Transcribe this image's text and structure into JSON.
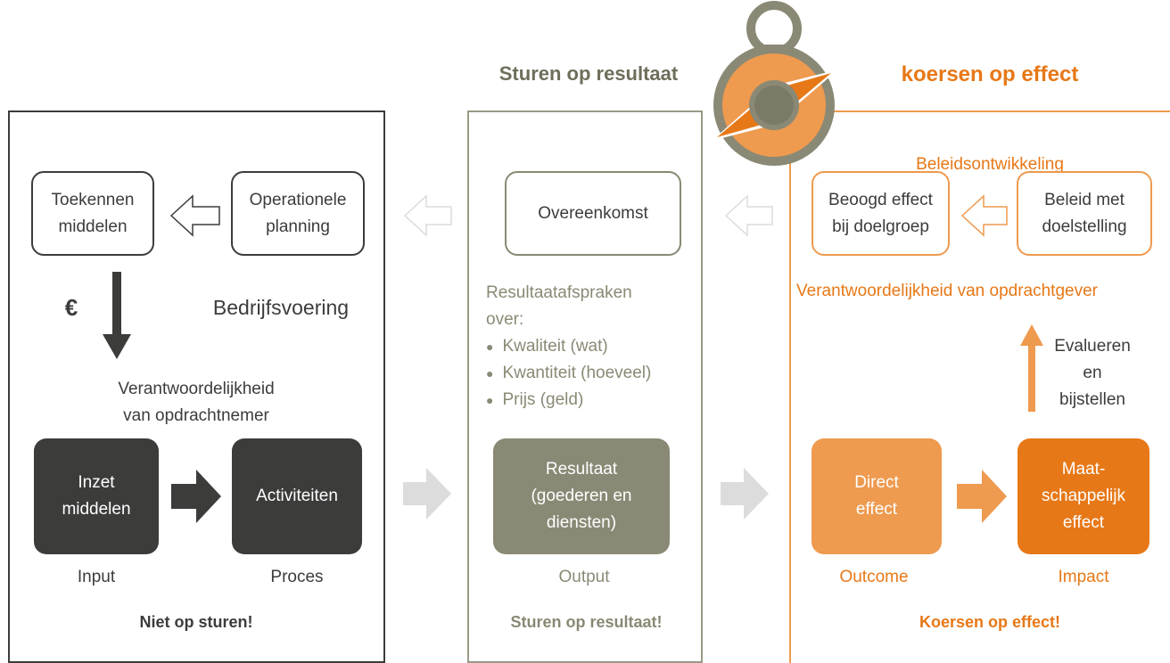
{
  "headers": {
    "middle": "Sturen op resultaat",
    "right": "koersen op effect"
  },
  "left": {
    "toekennen": [
      "Toekennen",
      "middelen"
    ],
    "operationele": [
      "Operationele",
      "planning"
    ],
    "euro": "€",
    "bedrijfsvoering": "Bedrijfsvoering",
    "verantwoordelijkheid": [
      "Verantwoordelijkheid",
      "van opdrachtnemer"
    ],
    "inzet": [
      "Inzet",
      "middelen"
    ],
    "activiteiten": "Activiteiten",
    "input": "Input",
    "proces": "Proces",
    "footer": "Niet op sturen!"
  },
  "middle": {
    "overeenkomst": "Overeenkomst",
    "afspraken": [
      "Resultaatafspraken",
      "over:"
    ],
    "bullets": [
      "Kwaliteit (wat)",
      "Kwantiteit (hoeveel)",
      "Prijs (geld)"
    ],
    "resultaat": [
      "Resultaat",
      "(goederen en",
      "diensten)"
    ],
    "output": "Output",
    "footer": "Sturen op resultaat!"
  },
  "right": {
    "beleidsontwikkeling": "Beleidsontwikkeling",
    "beoogd": [
      "Beoogd effect",
      "bij doelgroep"
    ],
    "beleid": [
      "Beleid met",
      "doelstelling"
    ],
    "verantwoordelijkheid": "Verantwoordelijkheid van opdrachtgever",
    "evalueren": [
      "Evalueren",
      "en",
      "bijstellen"
    ],
    "direct": [
      "Direct",
      "effect"
    ],
    "maatschappelijk": [
      "Maat-",
      "schappelijk",
      "effect"
    ],
    "outcome": "Outcome",
    "impact": "Impact",
    "footer": "Koersen op effect!"
  },
  "colors": {
    "dark": "#3c3c3b",
    "olive": "#8a8975",
    "olive_text": "#7b7a66",
    "orange": "#e77817",
    "orange_light": "#ee9a4f",
    "grey_arrow": "#d9d9d9"
  },
  "icons": [
    "compass-icon"
  ]
}
